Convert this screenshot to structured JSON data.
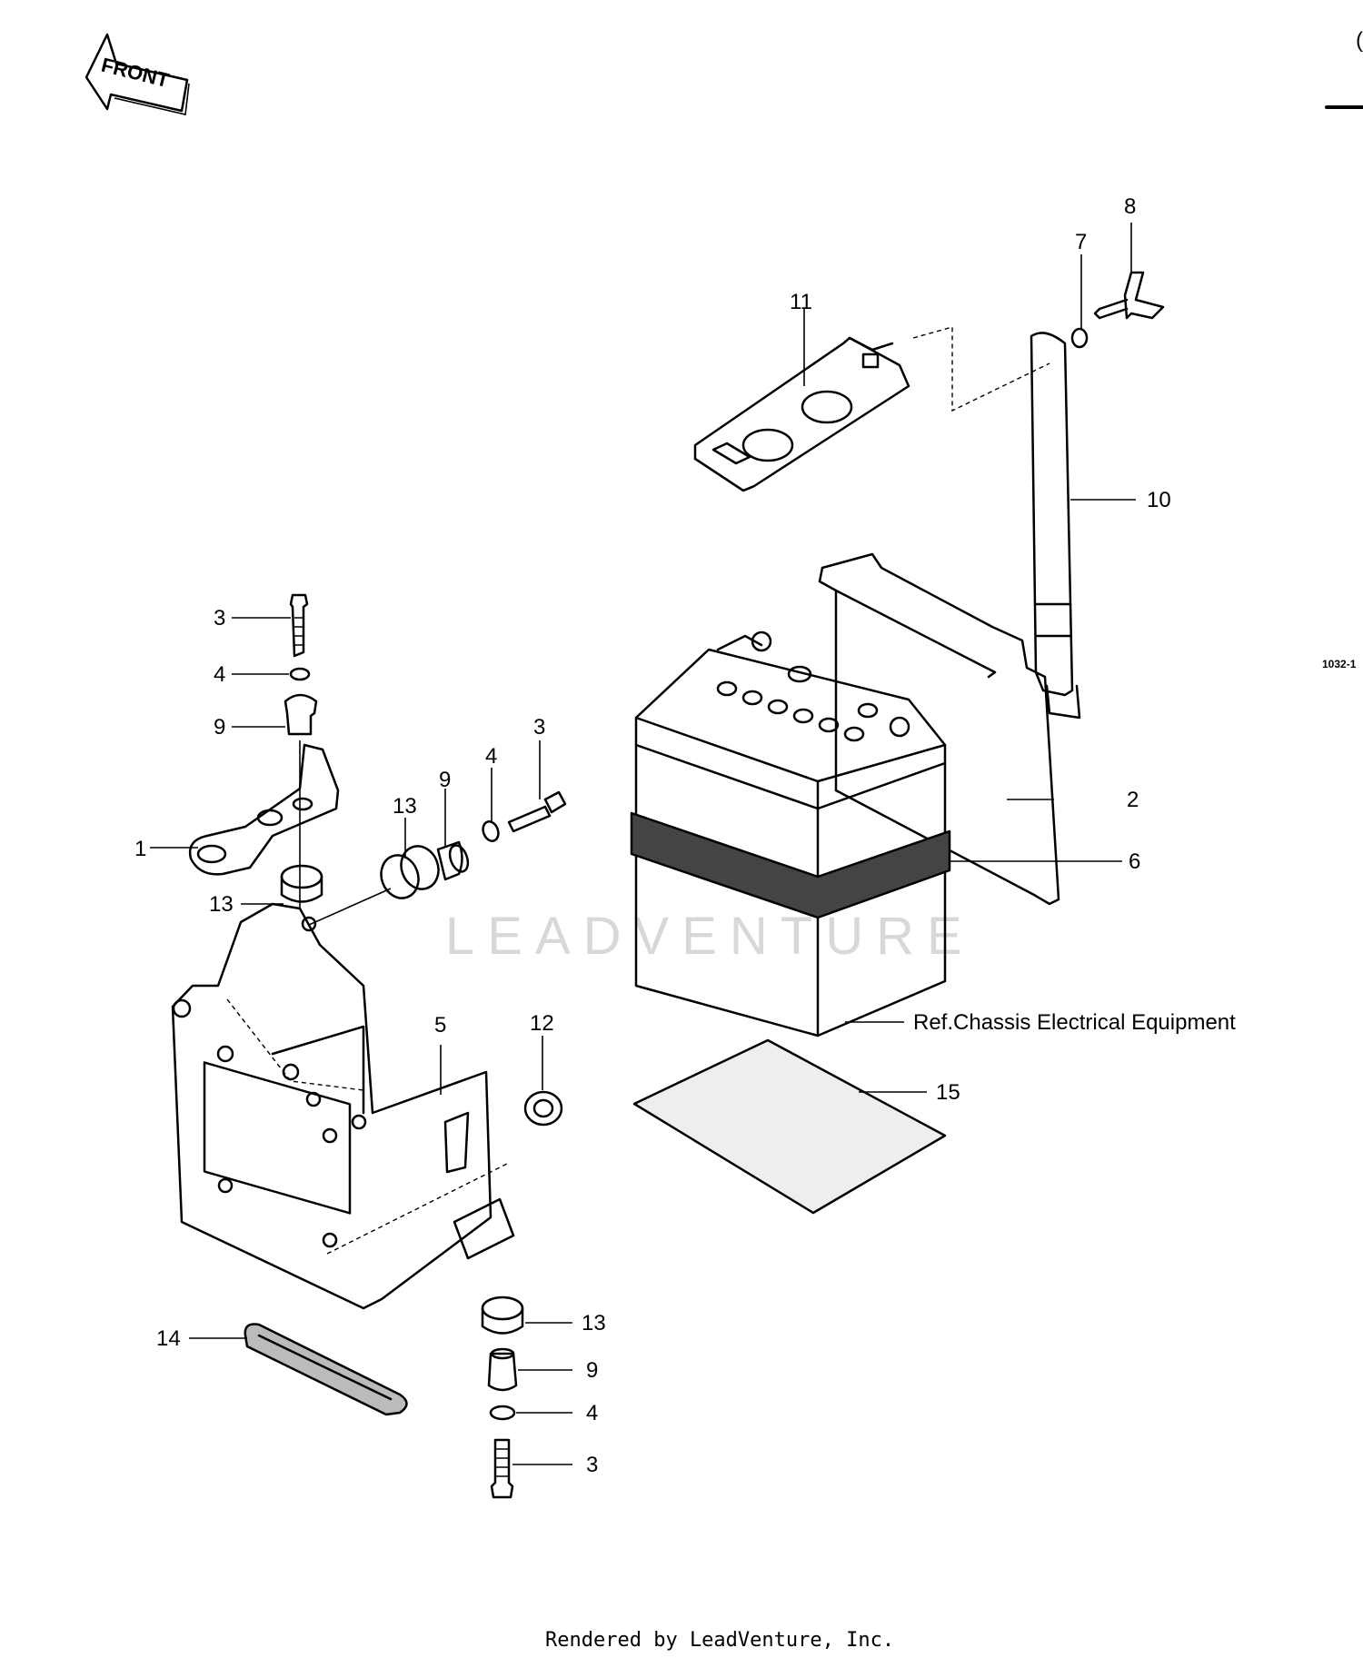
{
  "front_marker": {
    "text": "FRONT"
  },
  "diagram_code": "1032-1",
  "watermark": "LEADVENTURE",
  "reference_note": "Ref.Chassis Electrical Equipment",
  "footer": "Rendered by LeadVenture, Inc.",
  "callouts": [
    {
      "key": "c1",
      "text": "1"
    },
    {
      "key": "c2",
      "text": "2"
    },
    {
      "key": "c3a",
      "text": "3"
    },
    {
      "key": "c3b",
      "text": "3"
    },
    {
      "key": "c3c",
      "text": "3"
    },
    {
      "key": "c4a",
      "text": "4"
    },
    {
      "key": "c4b",
      "text": "4"
    },
    {
      "key": "c4c",
      "text": "4"
    },
    {
      "key": "c5",
      "text": "5"
    },
    {
      "key": "c6",
      "text": "6"
    },
    {
      "key": "c7",
      "text": "7"
    },
    {
      "key": "c8",
      "text": "8"
    },
    {
      "key": "c9a",
      "text": "9"
    },
    {
      "key": "c9b",
      "text": "9"
    },
    {
      "key": "c9c",
      "text": "9"
    },
    {
      "key": "c10",
      "text": "10"
    },
    {
      "key": "c11",
      "text": "11"
    },
    {
      "key": "c12",
      "text": "12"
    },
    {
      "key": "c13a",
      "text": "13"
    },
    {
      "key": "c13b",
      "text": "13"
    },
    {
      "key": "c13c",
      "text": "13"
    },
    {
      "key": "c14",
      "text": "14"
    },
    {
      "key": "c15",
      "text": "15"
    }
  ]
}
